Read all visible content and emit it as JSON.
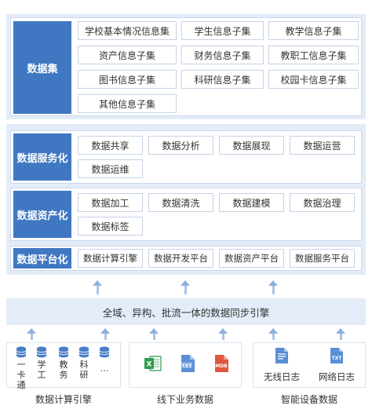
{
  "dataset": {
    "label": "数据集",
    "items": [
      "学校基本情况信息集",
      "学生信息子集",
      "教学信息子集",
      "资产信息子集",
      "财务信息子集",
      "教职工信息子集",
      "图书信息子集",
      "科研信息子集",
      "校园卡信息子集",
      "其他信息子集"
    ]
  },
  "service": {
    "label": "数据服务化",
    "items": [
      "数据共享",
      "数据分析",
      "数据展现",
      "数据运营",
      "数据运维"
    ]
  },
  "asset": {
    "label": "数据资产化",
    "items": [
      "数据加工",
      "数据清洗",
      "数据建模",
      "数据治理",
      "数据标签"
    ]
  },
  "platform": {
    "label": "数据平台化",
    "items": [
      "数据计算引擎",
      "数据开发平台",
      "数据资产平台",
      "数据服务平台"
    ]
  },
  "sync": {
    "label": "全域、异构、批流一体的数据同步引擎"
  },
  "sources": {
    "engine": {
      "caption": "数据计算引擎",
      "dbs": [
        "一卡通",
        "学工",
        "教务",
        "科研",
        "…"
      ]
    },
    "offline": {
      "caption": "线下业务数据",
      "files": [
        "X",
        "TXT",
        "MDB"
      ]
    },
    "device": {
      "caption": "智能设备数据",
      "logs": [
        {
          "name": "无线日志",
          "tag": ""
        },
        {
          "name": "网络日志",
          "tag": "TXT"
        }
      ]
    }
  },
  "colors": {
    "label_bg": "#3f77c2",
    "panel_bg": "#e3ecf8",
    "excel": "#2e9b4e",
    "txt": "#5a8fd6",
    "mdb": "#e0563e"
  }
}
